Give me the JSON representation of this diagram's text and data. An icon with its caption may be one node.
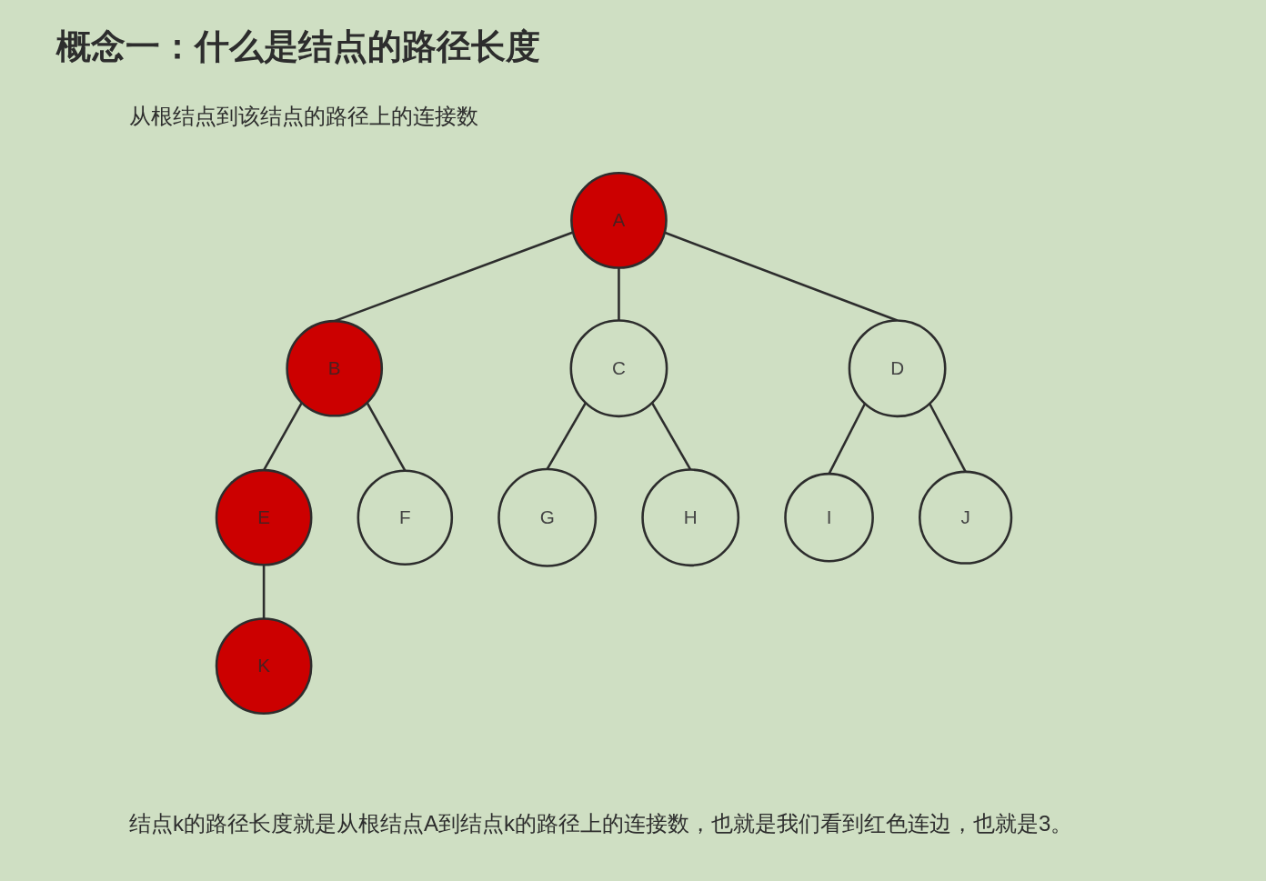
{
  "diagram": {
    "title": "概念一：什么是结点的路径长度",
    "nodes": [
      {
        "text": [
          "A"
        ]
      },
      {
        "text": [
          "B"
        ]
      },
      {
        "text": [
          "C"
        ]
      },
      {
        "text": [
          "D"
        ]
      },
      {
        "text": [
          "E"
        ]
      },
      {
        "text": [
          "F"
        ]
      },
      {
        "text": [
          "G"
        ]
      },
      {
        "text": [
          "H"
        ]
      },
      {
        "text": [
          "I"
        ]
      },
      {
        "text": [
          "J"
        ]
      },
      {
        "text": [
          "K"
        ]
      }
    ],
    "edges": [
      {
        "from": 0,
        "to": 1,
        "arrow": "none"
      },
      {
        "from": 0,
        "to": 2,
        "arrow": "none"
      },
      {
        "from": 0,
        "to": 3,
        "arrow": "none"
      },
      {
        "from": 1,
        "to": 4,
        "arrow": "none"
      },
      {
        "from": 1,
        "to": 5,
        "arrow": "none"
      },
      {
        "from": 2,
        "to": 6,
        "arrow": "none"
      },
      {
        "from": 2,
        "to": 7,
        "arrow": "none"
      },
      {
        "from": 3,
        "to": 8,
        "arrow": "none"
      },
      {
        "from": 3,
        "to": 9,
        "arrow": "none"
      },
      {
        "from": 4,
        "to": 10,
        "arrow": "none"
      }
    ],
    "labels": [
      "从根结点到该结点的路径上的连接数",
      "结点k的路径长度就是从根结点A到结点k的路径上的连接数，也就是我们看到红色连边，也就是3。"
    ]
  }
}
